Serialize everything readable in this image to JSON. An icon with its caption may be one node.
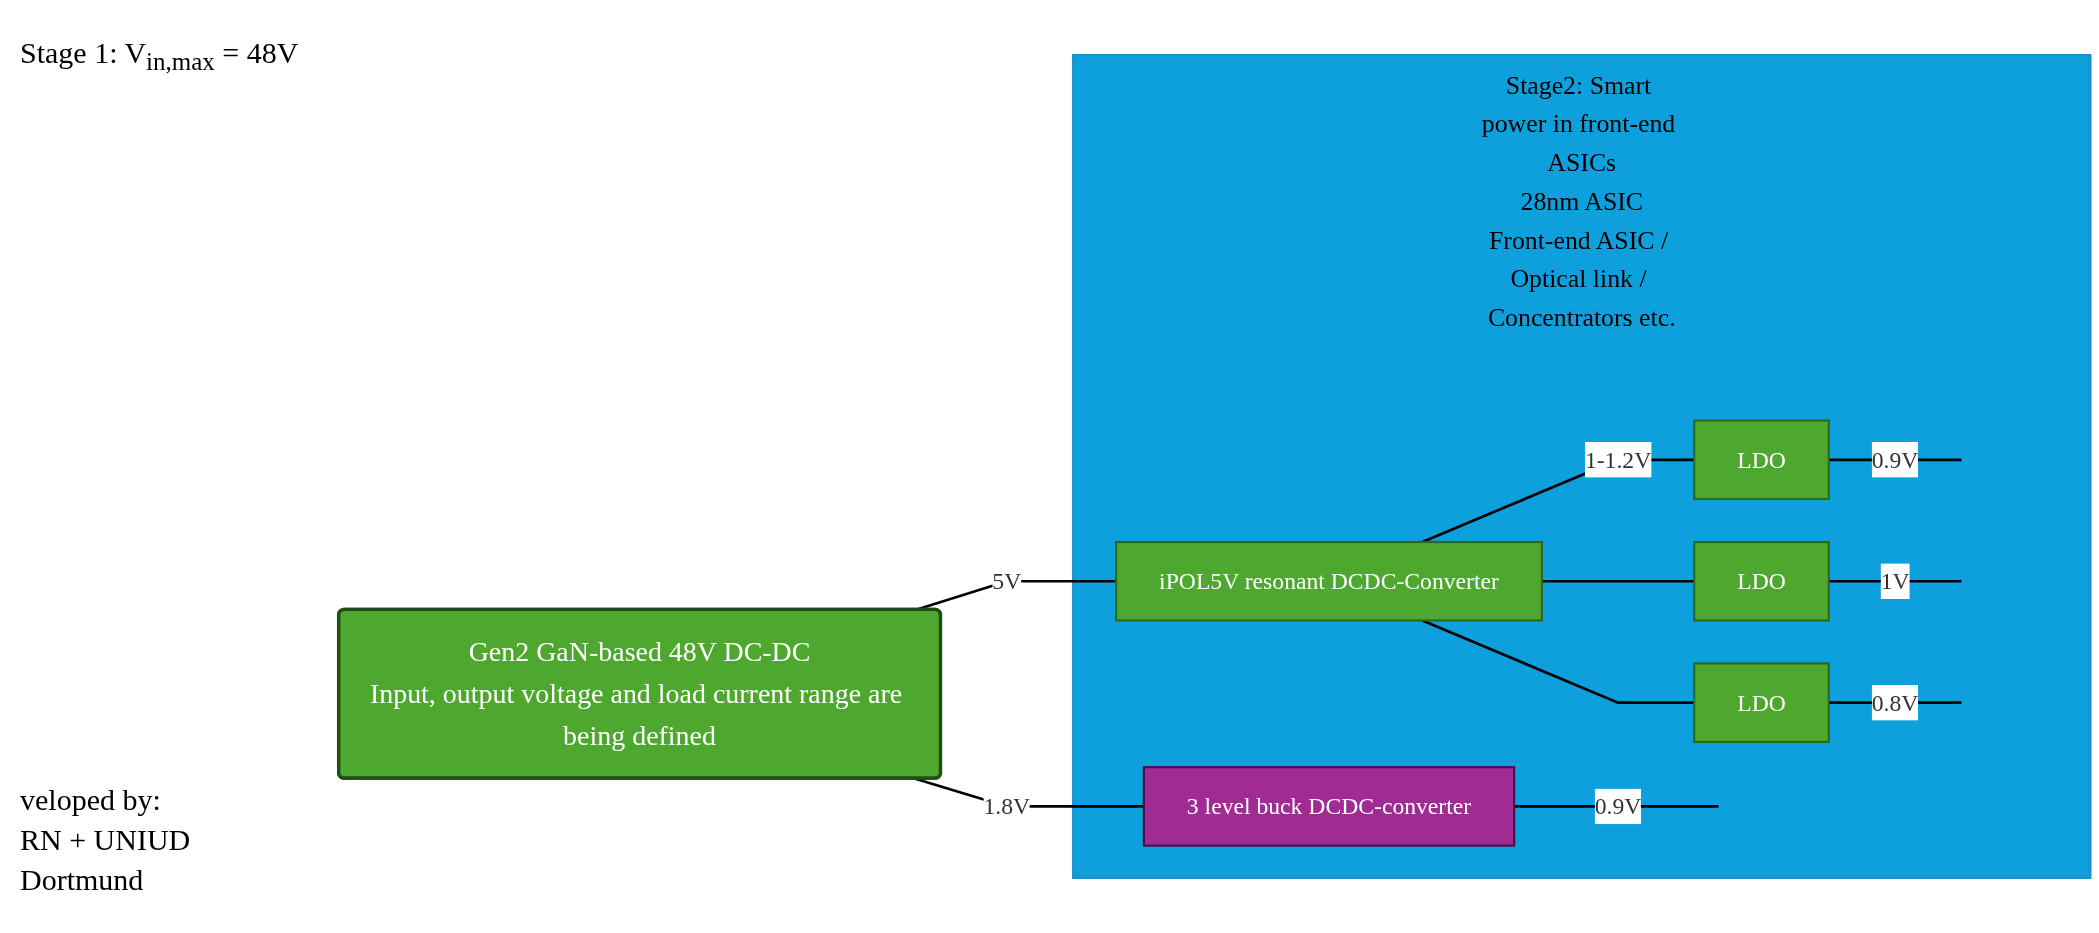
{
  "diagram": {
    "nodes": [
      {
        "text": [
          "Gen2 GaN-based 48V DC-DC",
          "Input, output voltage and load current range are being defined"
        ]
      },
      {
        "text": [
          "Stage2: Smart power in front-end ASICs",
          "28nm ASIC",
          "Front-end ASIC / Optical link / Concentrators etc."
        ]
      },
      {
        "text": [
          "iPOL5V resonant DCDC-Converter"
        ],
        "in": 1
      },
      {
        "text": [
          "LDO"
        ],
        "in": 1
      },
      {
        "text": [
          "LDO"
        ],
        "in": 1
      },
      {
        "text": [
          "LDO"
        ],
        "in": 1
      },
      {
        "text": [
          "3 level buck DCDC-converter"
        ],
        "in": 1
      }
    ],
    "edges": [
      {
        "from": 0,
        "to": 2,
        "arrow": "none",
        "label": "5V"
      },
      {
        "from": 0,
        "to": 6,
        "arrow": "none",
        "label": "1.8V"
      },
      {
        "from": 2,
        "to": 3,
        "arrow": "none",
        "label": "1-1.2V"
      },
      {
        "from": 2,
        "to": 4,
        "arrow": "none"
      },
      {
        "from": 2,
        "to": 5,
        "arrow": "none"
      },
      {
        "from": 3,
        "to": null,
        "arrow": "none",
        "label": "0.9V"
      },
      {
        "from": 4,
        "to": null,
        "arrow": "none",
        "label": "1V"
      },
      {
        "from": 5,
        "to": null,
        "arrow": "none",
        "label": "0.8V"
      },
      {
        "from": 6,
        "to": null,
        "arrow": "none",
        "label": "0.9V"
      }
    ],
    "labels": [
      "Stage 1: V$_{in,max}$ = 48V",
      "veloped by:",
      "RN + UNIUD",
      "Dortmund"
    ]
  }
}
